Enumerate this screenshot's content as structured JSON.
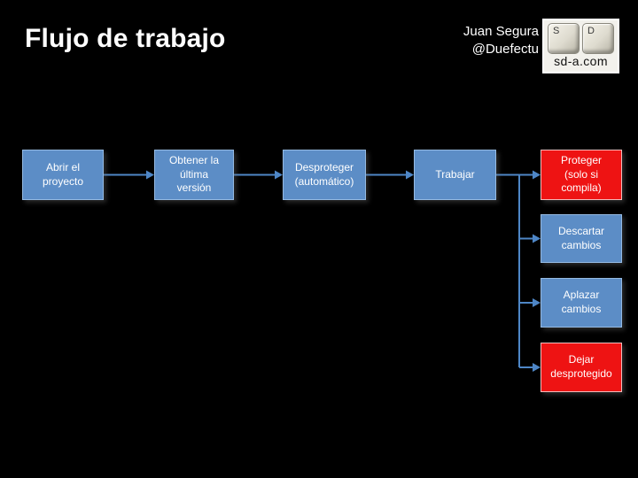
{
  "slide": {
    "title": "Flujo de trabajo",
    "author": {
      "line1": "Juan Segura",
      "line2": "@Duefectu"
    },
    "logo": {
      "key1": "S",
      "key2": "D",
      "caption": "sd-a.com"
    }
  },
  "flow": {
    "main_nodes": [
      {
        "id": "abrir",
        "label": "Abrir el proyecto",
        "type": "blue"
      },
      {
        "id": "obtener",
        "label": "Obtener la última versión",
        "type": "blue"
      },
      {
        "id": "desproteger",
        "label": "Desproteger (automático)",
        "type": "blue"
      },
      {
        "id": "trabajar",
        "label": "Trabajar",
        "type": "blue"
      }
    ],
    "branch_nodes": [
      {
        "id": "proteger",
        "label": "Proteger (solo si compila)",
        "type": "red"
      },
      {
        "id": "descartar",
        "label": "Descartar cambios",
        "type": "blue"
      },
      {
        "id": "aplazar",
        "label": "Aplazar cambios",
        "type": "blue"
      },
      {
        "id": "dejar",
        "label": "Dejar desprotegido",
        "type": "red"
      }
    ]
  },
  "colors": {
    "background": "#000000",
    "text": "#FFFFFF",
    "box_blue": "#5C8DC6",
    "box_blue_border": "#95BAE2",
    "box_red": "#EE1313",
    "box_red_border": "#F2BCBC",
    "arrow": "#4E86C6"
  }
}
